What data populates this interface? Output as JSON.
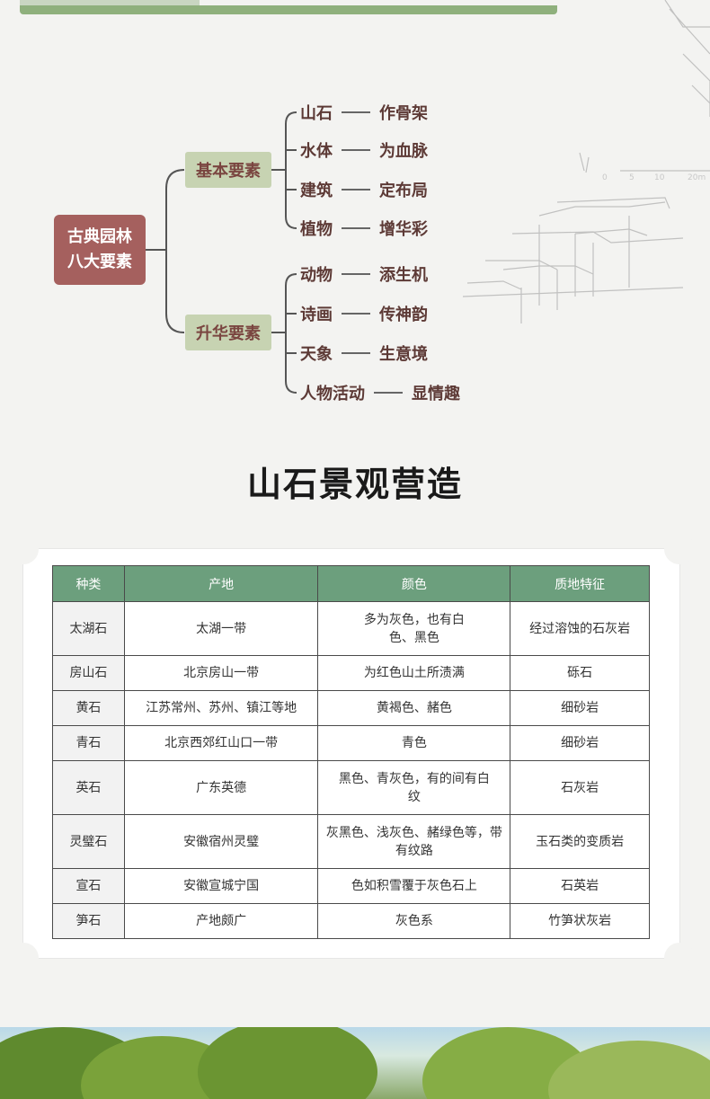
{
  "mindmap": {
    "root": [
      "古典园林",
      "八大要素"
    ],
    "branches": [
      {
        "label": "基本要素",
        "leaves": [
          {
            "left": "山石",
            "right": "作骨架"
          },
          {
            "left": "水体",
            "right": "为血脉"
          },
          {
            "left": "建筑",
            "right": "定布局"
          },
          {
            "left": "植物",
            "right": "增华彩"
          }
        ]
      },
      {
        "label": "升华要素",
        "leaves": [
          {
            "left": "动物",
            "right": "添生机"
          },
          {
            "left": "诗画",
            "right": "传神韵"
          },
          {
            "left": "天象",
            "right": "生意境"
          },
          {
            "left": "人物活动",
            "right": "显情趣"
          }
        ]
      }
    ]
  },
  "section_title": "山石景观营造",
  "table": {
    "headers": [
      "种类",
      "产地",
      "颜色",
      "质地特征"
    ],
    "rows": [
      [
        "太湖石",
        "太湖一带",
        "多为灰色，也有白色、黑色",
        "经过溶蚀的石灰岩"
      ],
      [
        "房山石",
        "北京房山一带",
        "为红色山土所渍满",
        "砾石"
      ],
      [
        "黄石",
        "江苏常州、苏州、镇江等地",
        "黄褐色、赭色",
        "细砂岩"
      ],
      [
        "青石",
        "北京西郊红山口一带",
        "青色",
        "细砂岩"
      ],
      [
        "英石",
        "广东英德",
        "黑色、青灰色，有的间有白纹",
        "石灰岩"
      ],
      [
        "灵璧石",
        "安徽宿州灵璧",
        "灰黑色、浅灰色、赭绿色等，带有纹路",
        "玉石类的变质岩"
      ],
      [
        "宣石",
        "安徽宣城宁国",
        "色如积雪覆于灰色石上",
        "石英岩"
      ],
      [
        "笋石",
        "产地颇广",
        "灰色系",
        "竹笋状灰岩"
      ]
    ]
  },
  "colors": {
    "root_bg": "#a5605e",
    "branch_bg": "#c7d3b2",
    "header_bg": "#6c9f7d",
    "accent_bar": "#8fb07d"
  }
}
